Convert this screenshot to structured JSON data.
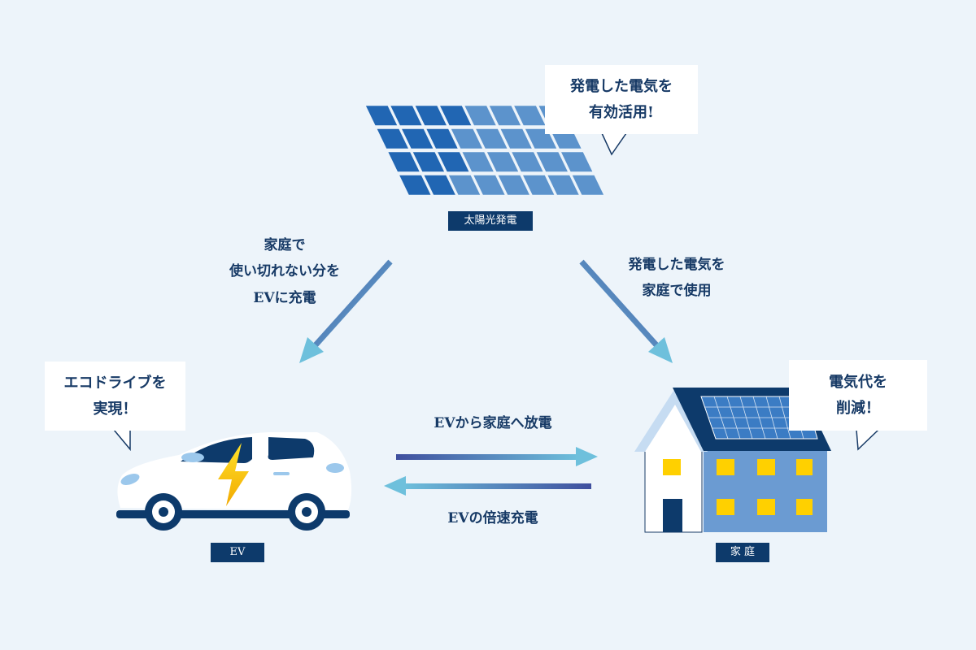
{
  "nodes": {
    "solar": {
      "label": "太陽光発電",
      "bubble": [
        "発電した電気を",
        "有効活用!"
      ]
    },
    "ev": {
      "label": "EV",
      "bubble": [
        "エコドライブを",
        "実現！"
      ]
    },
    "home": {
      "label": "家 庭",
      "bubble": [
        "電気代を",
        "削減！"
      ]
    }
  },
  "flows": {
    "solar_to_ev": [
      "家庭で",
      "使い切れない分を",
      "EVに充電"
    ],
    "solar_to_home": [
      "発電した電気を",
      "家庭で使用"
    ],
    "ev_to_home": "EVから家庭へ放電",
    "home_to_ev": "EVの倍速充電"
  },
  "colors": {
    "background": "#edf4fa",
    "navy": "#0d3a6b",
    "arrow_start": "#3f4f9e",
    "arrow_end": "#6ec0dc",
    "window": "#ffd000"
  }
}
